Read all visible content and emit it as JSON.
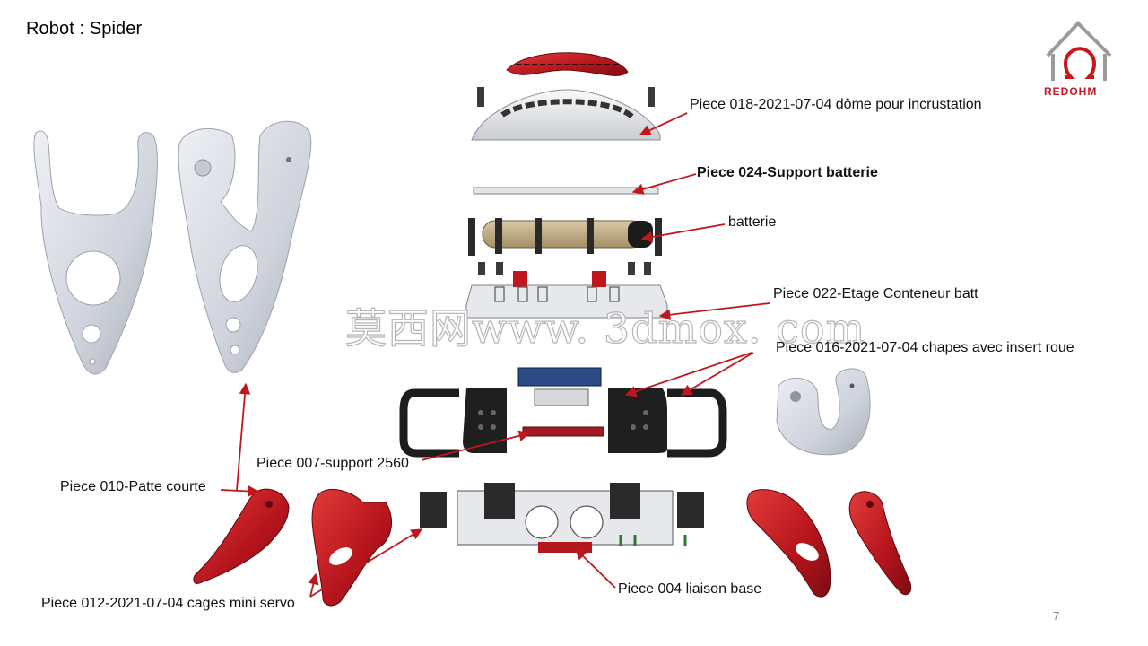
{
  "slide": {
    "title": "Robot : Spider",
    "page_number": "7",
    "watermark": "莫西网www. 3dmox. com",
    "logo": {
      "text": "REDOHM",
      "accent_color": "#c8161d",
      "icon": "omega-house-logo"
    },
    "labels": {
      "dome": "Piece 018-2021-07-04 dôme  pour incrustation",
      "battery_support": "Piece 024-Support batterie",
      "battery": "batterie",
      "battery_container": "Piece 022-Etage  Conteneur batt",
      "clevis": "Piece 016-2021-07-04 chapes avec insert roue",
      "support_2560": "Piece 007-support 2560",
      "short_leg": "Piece 010-Patte courte",
      "servo_cages": "Piece 012-2021-07-04 cages mini servo",
      "base_link": "Piece 004 liaison base"
    },
    "colors": {
      "arrow": "#c0161d",
      "part_red": "#c01a22",
      "part_grey": "#d8dce4",
      "part_black": "#1b1b1b"
    }
  }
}
